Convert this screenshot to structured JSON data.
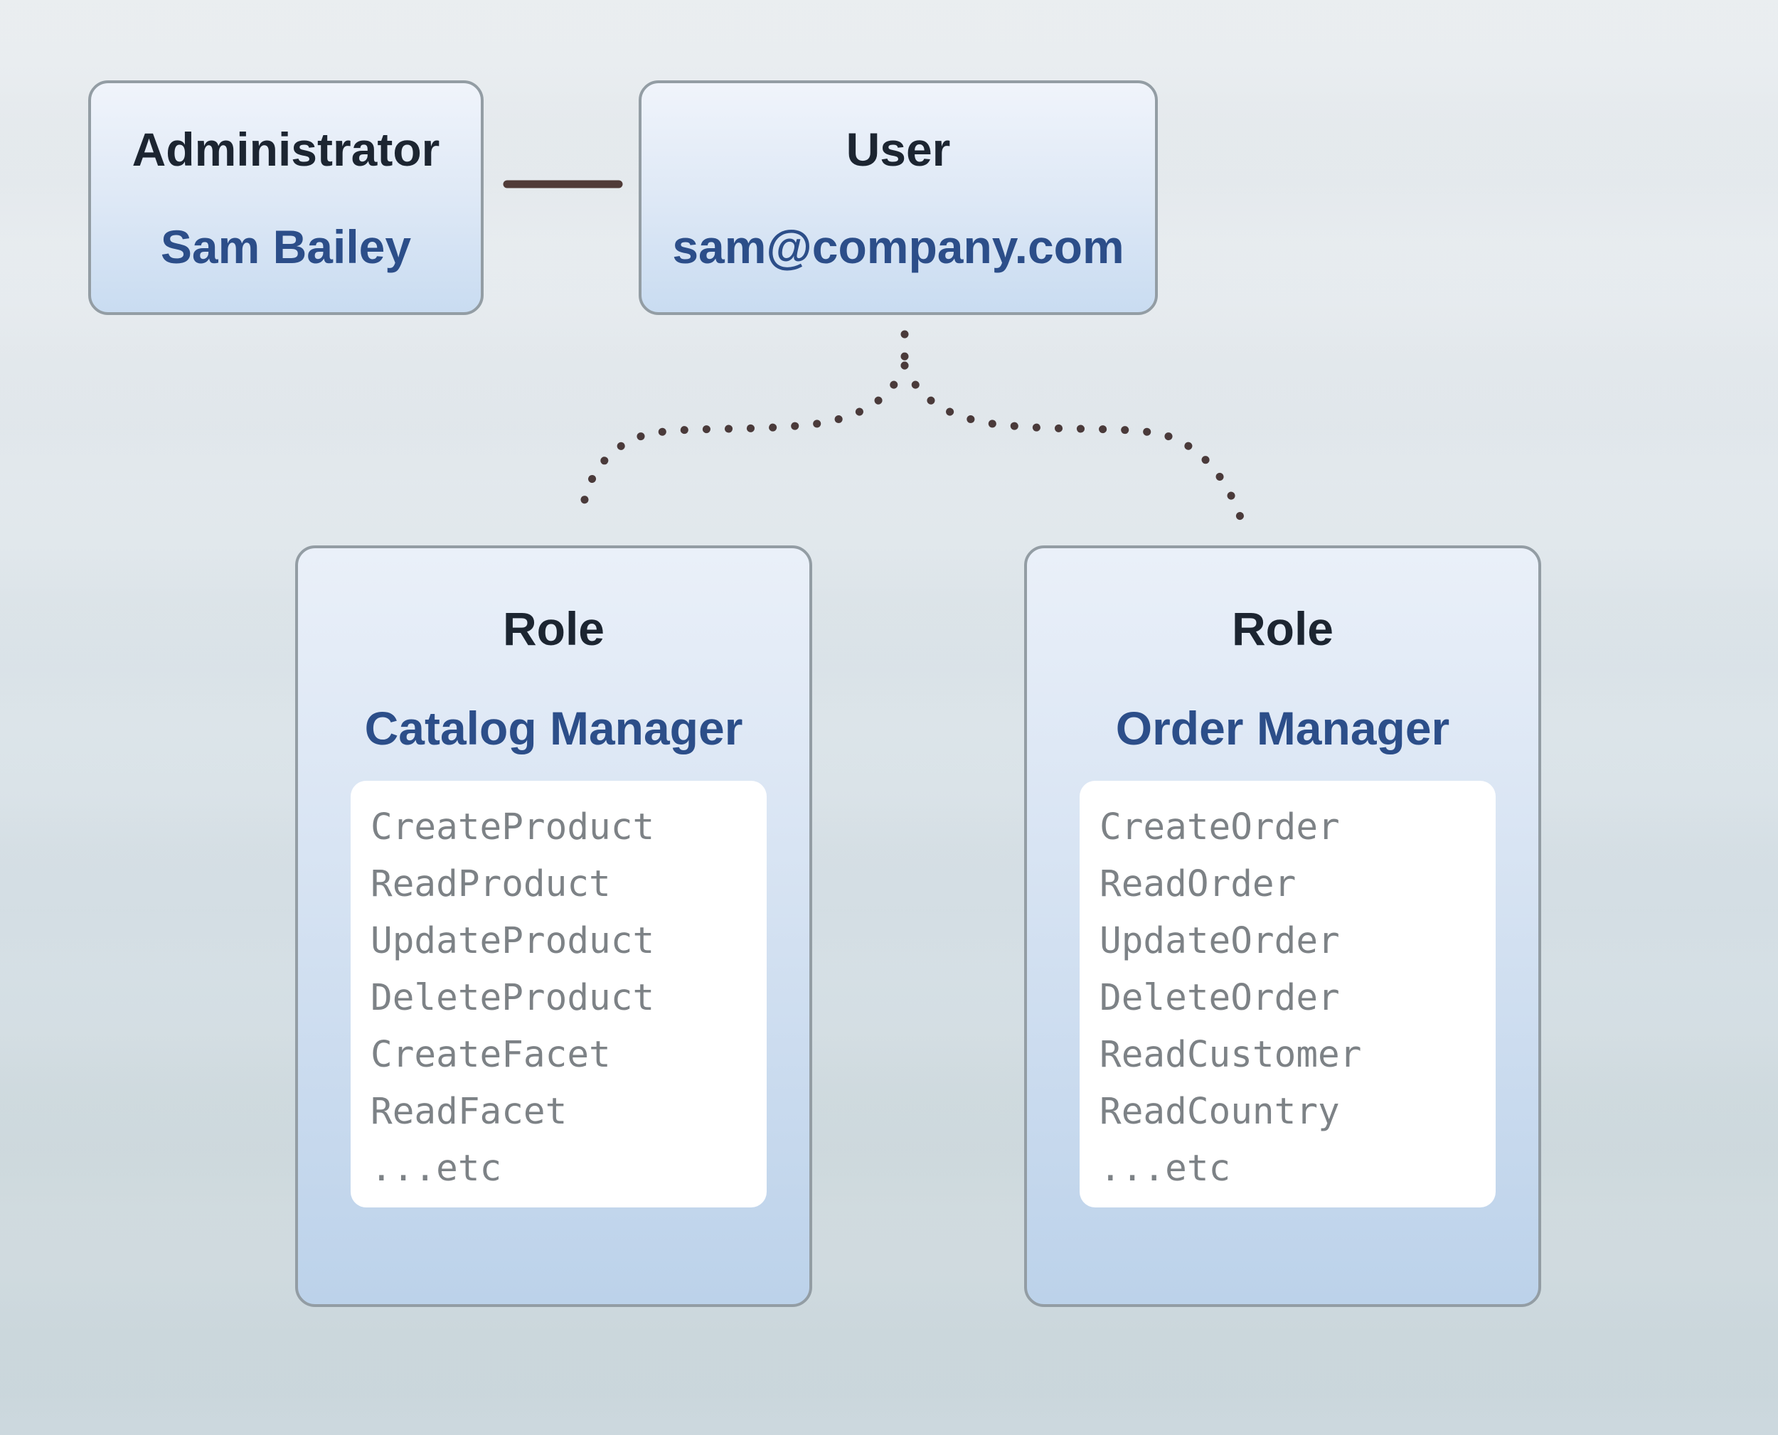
{
  "diagram": {
    "admin_card": {
      "title": "Administrator",
      "name": "Sam Bailey"
    },
    "user_card": {
      "title": "User",
      "email": "sam@company.com"
    },
    "role_cards": [
      {
        "title": "Role",
        "name": "Catalog Manager",
        "permissions": [
          "CreateProduct",
          "ReadProduct",
          "UpdateProduct",
          "DeleteProduct",
          "CreateFacet",
          "ReadFacet",
          "...etc"
        ]
      },
      {
        "title": "Role",
        "name": "Order Manager",
        "permissions": [
          "CreateOrder",
          "ReadOrder",
          "UpdateOrder",
          "DeleteOrder",
          "ReadCustomer",
          "ReadCountry",
          "...etc"
        ]
      }
    ],
    "colors": {
      "card_border": "#939da4",
      "card_title": "#1c2531",
      "card_accent_text": "#2c4e89",
      "permission_text": "#7d8286",
      "connector_solid": "#503b38",
      "connector_dotted": "#4a3a3a",
      "panel_bg": "#ffffff",
      "card_fill_top": "#f0f4fb",
      "card_fill_bottom": "#c9dcf1",
      "role_fill_top": "#eaf0f9",
      "role_fill_bottom": "#bcd2ea",
      "bg_top": "#e9edf0",
      "bg_bottom": "#ccd8de"
    }
  }
}
